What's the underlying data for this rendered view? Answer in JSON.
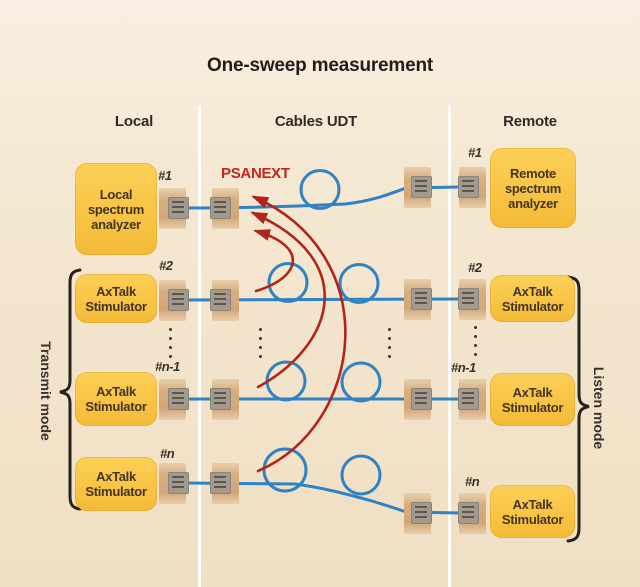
{
  "title": "One-sweep measurement",
  "columns": {
    "local": "Local",
    "cables": "Cables UDT",
    "remote": "Remote"
  },
  "crosstalk_label": "PSANEXT",
  "modes": {
    "transmit": "Transmit mode",
    "listen": "Listen mode"
  },
  "rows": [
    {
      "index_local": "#1",
      "index_remote": "#1",
      "local_device": "Local spectrum analyzer",
      "remote_device": "Remote spectrum analyzer"
    },
    {
      "index_local": "#2",
      "index_remote": "#2",
      "local_device": "AxTalk Stimulator",
      "remote_device": "AxTalk Stimulator"
    },
    {
      "index_local": "#n-1",
      "index_remote": "#n-1",
      "local_device": "AxTalk Stimulator",
      "remote_device": "AxTalk Stimulator"
    },
    {
      "index_local": "#n",
      "index_remote": "#n",
      "local_device": "AxTalk Stimulator",
      "remote_device": "AxTalk Stimulator"
    }
  ],
  "colors": {
    "background": "#f5e8d2",
    "box_yellow": "#f8c445",
    "cable_blue": "#2f82c3",
    "arrow_red": "#b3241b",
    "crosstalk_text": "#c3251c",
    "connector_tan": "#d7ae83",
    "plug_gray": "#a29a8e",
    "divider_white": "#ffffff",
    "brace_black": "#26221d"
  }
}
